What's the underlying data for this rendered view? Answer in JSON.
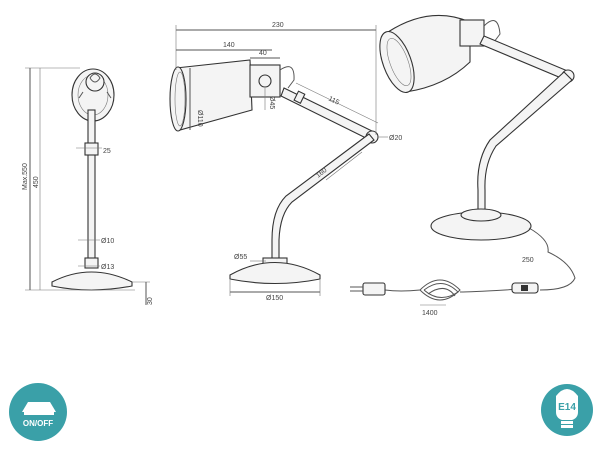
{
  "dimensions": {
    "front_max": "Max.550",
    "front_height": "450",
    "front_base_height": "30",
    "front_joint": "25",
    "front_stem": "Ø10",
    "front_collar": "Ø13",
    "side_total_width": "230",
    "side_shade_length": "140",
    "side_socket_length": "40",
    "side_shade_diameter": "Ø110",
    "side_socket_diameter": "Ø45",
    "side_upper_arm": "115",
    "side_elbow": "Ø20",
    "side_lower_arm": "160",
    "side_base_collar": "Ø55",
    "side_base_diameter": "Ø150",
    "cable_switch": "250",
    "cable_length": "1400"
  },
  "badges": {
    "switch_label": "ON/OFF",
    "bulb_label": "E14"
  },
  "colors": {
    "badge_teal": "#3aa0a8",
    "line": "#555555"
  },
  "icons": {
    "switch": "rocker-switch-icon",
    "bulb": "e14-bulb-icon"
  }
}
